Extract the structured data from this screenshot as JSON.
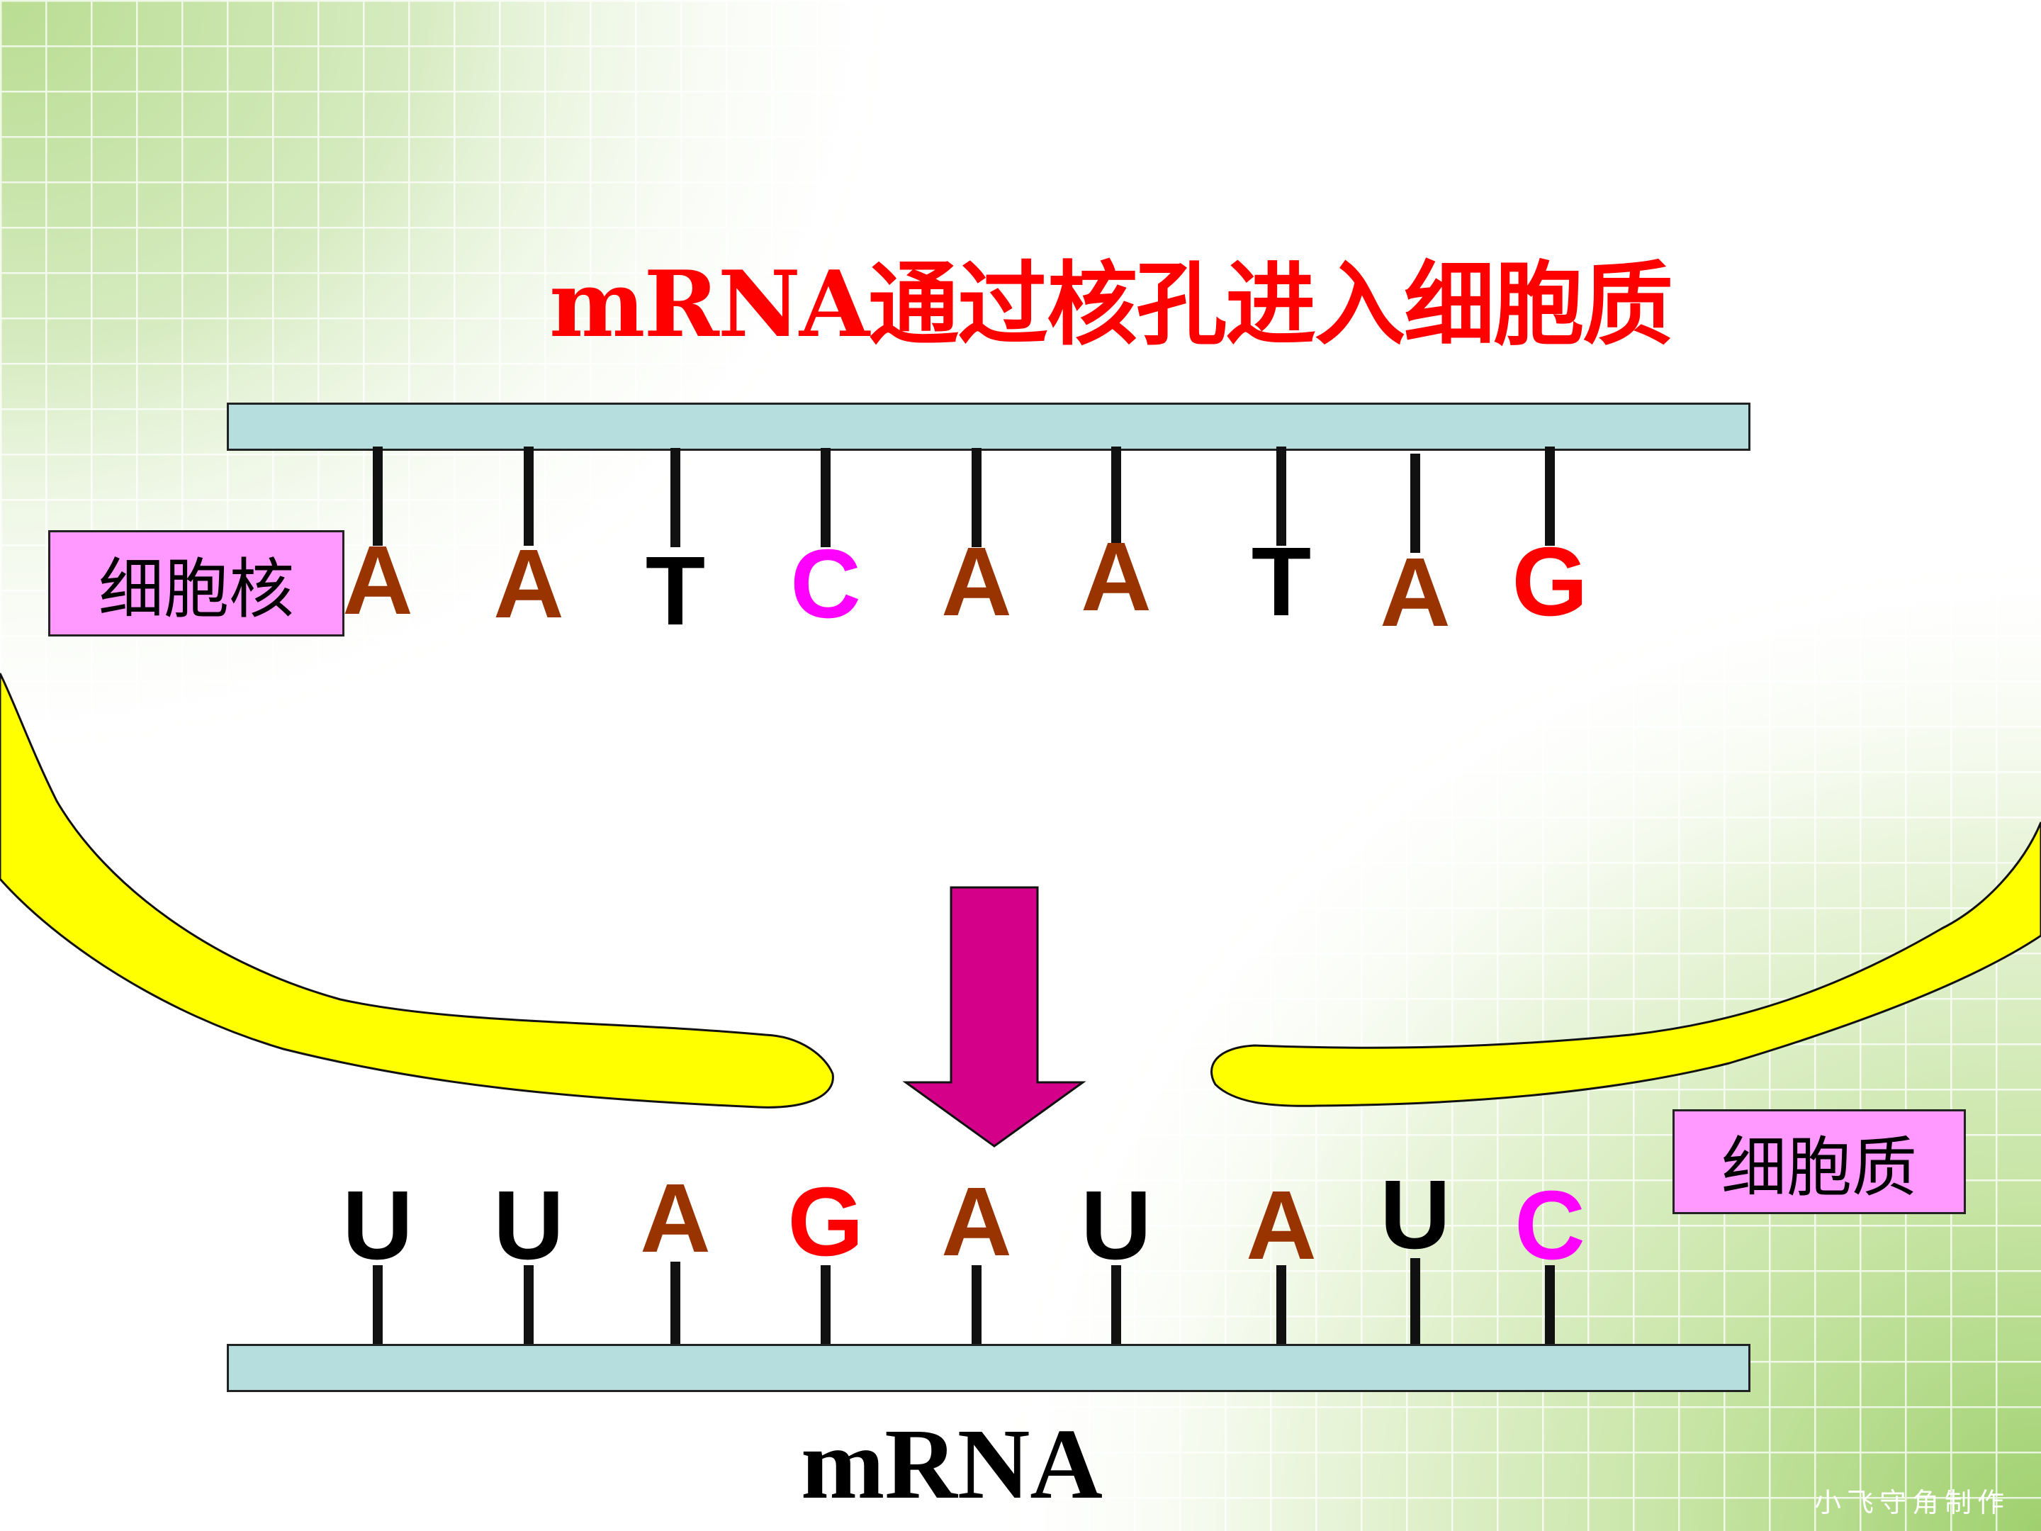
{
  "title": "mRNA通过核孔进入细胞质",
  "nucleus_label": "细胞核",
  "cytoplasm_label": "细胞质",
  "mrna_label": "mRNA",
  "watermark": "小飞守角制作",
  "dna_strand": {
    "bases": [
      {
        "letter": "A",
        "color": "#993300"
      },
      {
        "letter": "A",
        "color": "#993300"
      },
      {
        "letter": "T",
        "color": "#000000"
      },
      {
        "letter": "C",
        "color": "#ff00ff"
      },
      {
        "letter": "A",
        "color": "#993300"
      },
      {
        "letter": "A",
        "color": "#993300"
      },
      {
        "letter": "T",
        "color": "#000000"
      },
      {
        "letter": "A",
        "color": "#993300"
      },
      {
        "letter": "G",
        "color": "#ff0000"
      }
    ]
  },
  "mrna_strand": {
    "bases": [
      {
        "letter": "U",
        "color": "#000000"
      },
      {
        "letter": "U",
        "color": "#000000"
      },
      {
        "letter": "A",
        "color": "#993300"
      },
      {
        "letter": "G",
        "color": "#ff0000"
      },
      {
        "letter": "A",
        "color": "#993300"
      },
      {
        "letter": "U",
        "color": "#000000"
      },
      {
        "letter": "A",
        "color": "#993300"
      },
      {
        "letter": "U",
        "color": "#000000"
      },
      {
        "letter": "C",
        "color": "#ff00ff"
      }
    ]
  },
  "colors": {
    "title": "#ff0000",
    "strand_fill": "#b6dede",
    "label_box_fill": "#ff99ff",
    "nuclear_membrane": "#ffff00",
    "arrow": "#d4008a"
  }
}
